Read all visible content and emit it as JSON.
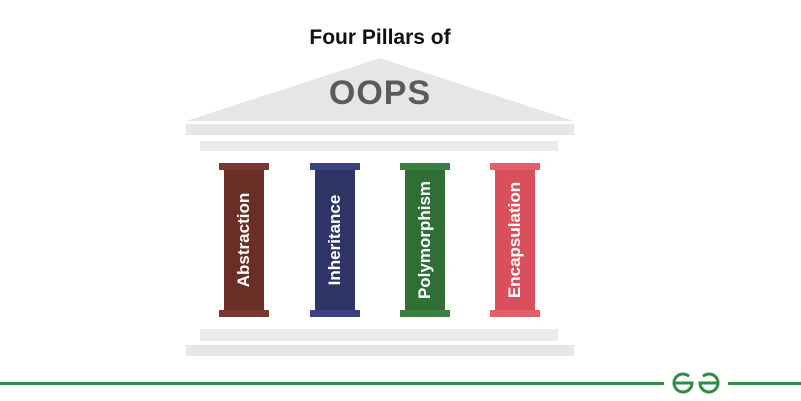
{
  "title": "Four Pillars of",
  "roof_label": "OOPS",
  "pillars": [
    {
      "label": "Abstraction",
      "color": "#6b2e26",
      "cap_color": "#7a3a33"
    },
    {
      "label": "Inheritance",
      "color": "#2e3566",
      "cap_color": "#3a4180"
    },
    {
      "label": "Polymorphism",
      "color": "#2f6f36",
      "cap_color": "#3a7f40"
    },
    {
      "label": "Encapsulation",
      "color": "#d9505c",
      "cap_color": "#e0606b"
    }
  ],
  "footer": {
    "line_color": "#2f8d46",
    "logo_icon": "gfg-logo-icon"
  },
  "colors": {
    "temple_gray": "#e8e8e8",
    "temple_gray_dark": "#dcdcdc"
  }
}
